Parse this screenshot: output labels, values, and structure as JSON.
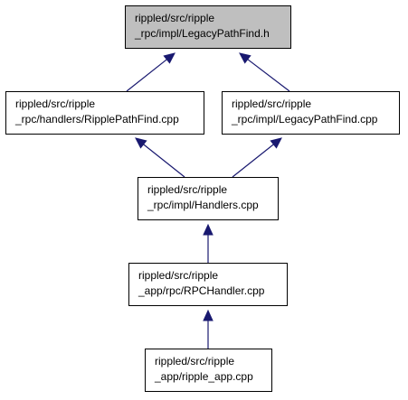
{
  "colors": {
    "highlight_fill": "#bfbfbf",
    "node_fill": "#ffffff",
    "node_border": "#000000",
    "edge": "#191970"
  },
  "nodes": [
    {
      "id": "legacy_h",
      "line1": "rippled/src/ripple",
      "line2": "_rpc/impl/LegacyPathFind.h",
      "highlighted": true
    },
    {
      "id": "ripple_pf",
      "line1": "rippled/src/ripple",
      "line2": "_rpc/handlers/RipplePathFind.cpp",
      "highlighted": false
    },
    {
      "id": "legacy_cpp",
      "line1": "rippled/src/ripple",
      "line2": "_rpc/impl/LegacyPathFind.cpp",
      "highlighted": false
    },
    {
      "id": "handlers",
      "line1": "rippled/src/ripple",
      "line2": "_rpc/impl/Handlers.cpp",
      "highlighted": false
    },
    {
      "id": "rpchandler",
      "line1": "rippled/src/ripple",
      "line2": "_app/rpc/RPCHandler.cpp",
      "highlighted": false
    },
    {
      "id": "ripple_app",
      "line1": "rippled/src/ripple",
      "line2": "_app/ripple_app.cpp",
      "highlighted": false
    }
  ],
  "edges": [
    {
      "from": "ripple_pf",
      "to": "legacy_h"
    },
    {
      "from": "legacy_cpp",
      "to": "legacy_h"
    },
    {
      "from": "handlers",
      "to": "ripple_pf"
    },
    {
      "from": "handlers",
      "to": "legacy_cpp"
    },
    {
      "from": "rpchandler",
      "to": "handlers"
    },
    {
      "from": "ripple_app",
      "to": "rpchandler"
    }
  ]
}
